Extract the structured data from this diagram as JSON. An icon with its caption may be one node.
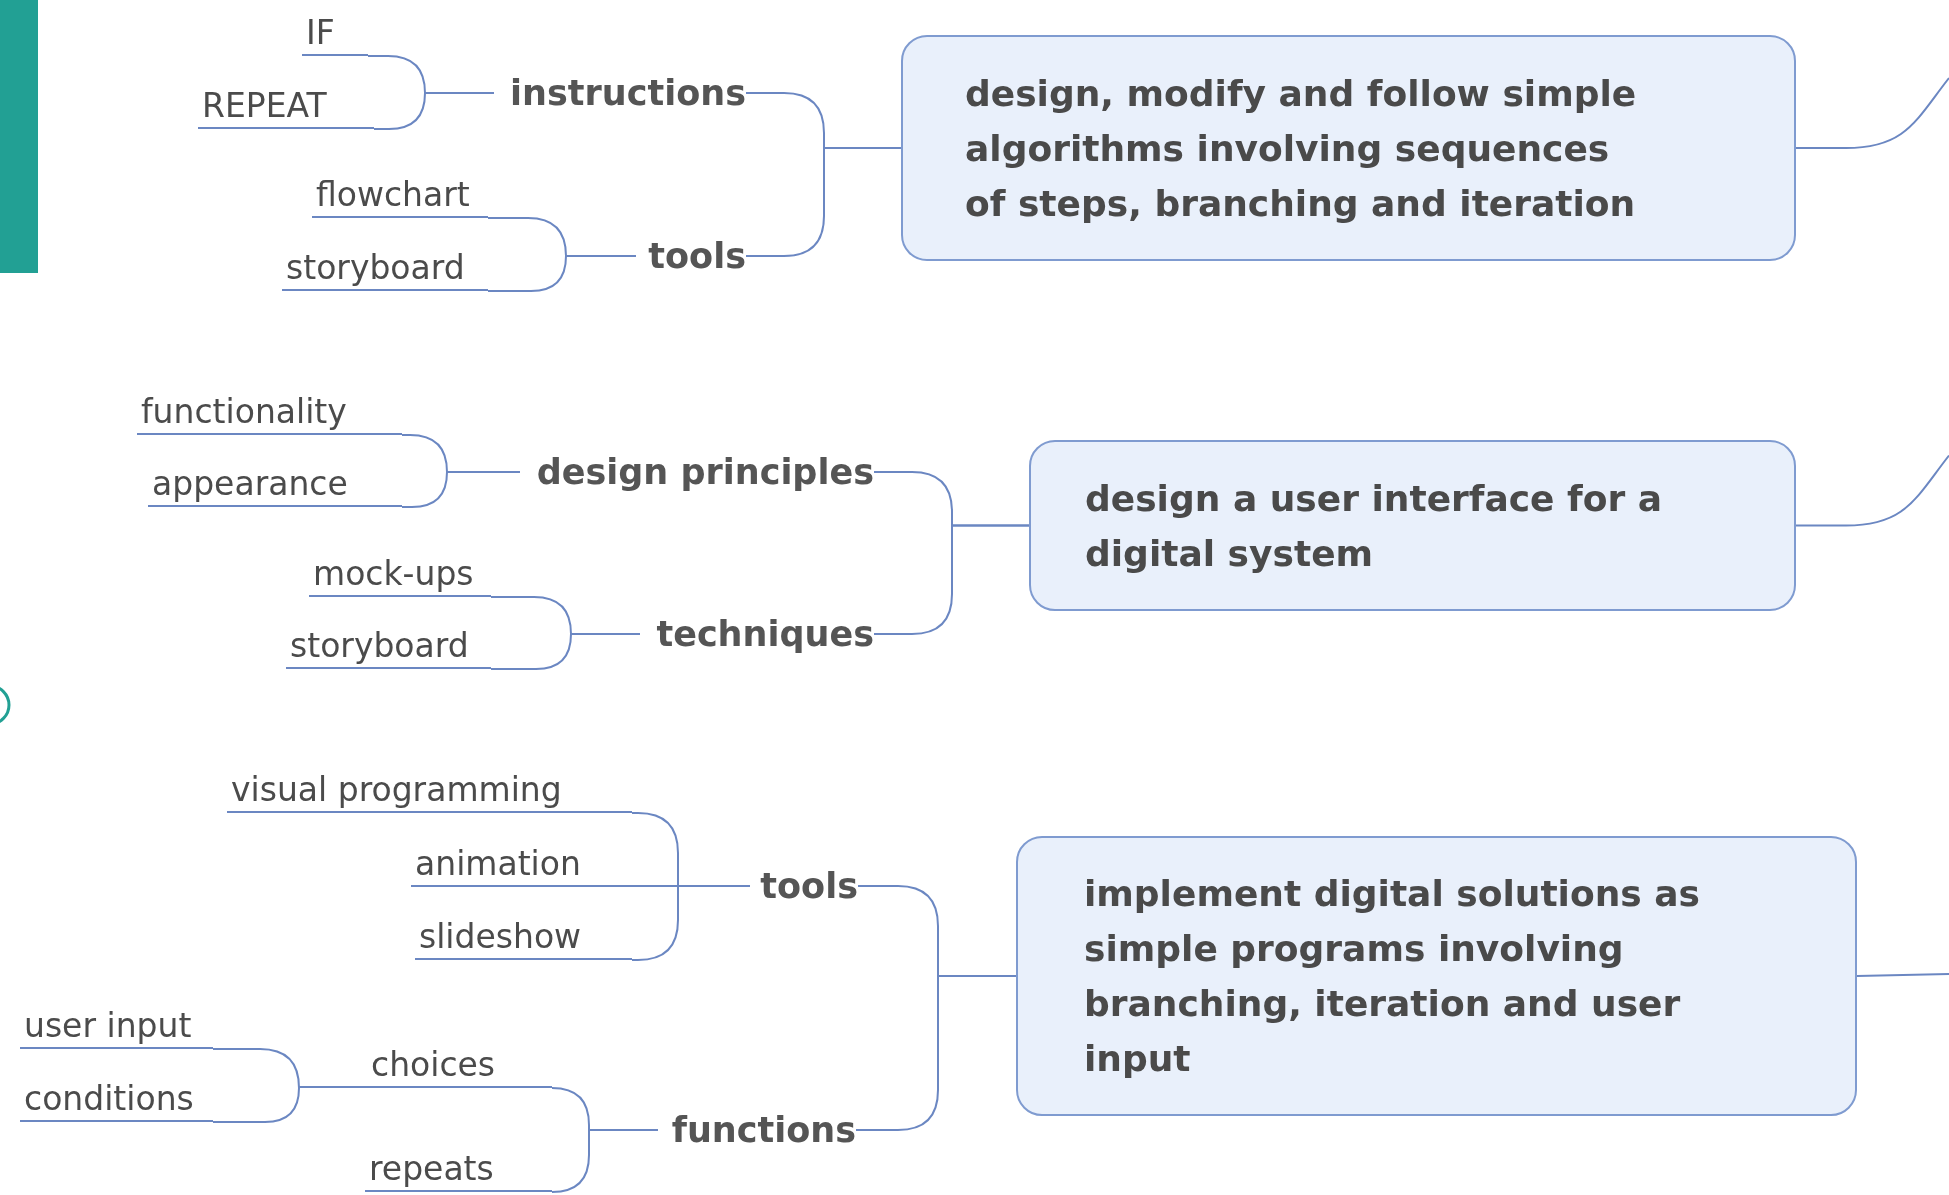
{
  "diagram": {
    "nodes": [
      {
        "text": [
          "design, modify and follow simple algorithms involving sequences of steps, branching and iteration"
        ]
      },
      {
        "text": [
          "instructions"
        ]
      },
      {
        "text": [
          "tools"
        ]
      },
      {
        "text": [
          "IF"
        ]
      },
      {
        "text": [
          "REPEAT"
        ]
      },
      {
        "text": [
          "flowchart"
        ]
      },
      {
        "text": [
          "storyboard"
        ]
      },
      {
        "text": [
          "design a user interface for a digital system"
        ]
      },
      {
        "text": [
          "design principles"
        ]
      },
      {
        "text": [
          "techniques"
        ]
      },
      {
        "text": [
          "functionality"
        ]
      },
      {
        "text": [
          "appearance"
        ]
      },
      {
        "text": [
          "mock-ups"
        ]
      },
      {
        "text": [
          "storyboard"
        ]
      },
      {
        "text": [
          "implement digital solutions as simple programs involving branching, iteration and user input"
        ]
      },
      {
        "text": [
          "tools"
        ]
      },
      {
        "text": [
          "functions"
        ]
      },
      {
        "text": [
          "visual programming"
        ]
      },
      {
        "text": [
          "animation"
        ]
      },
      {
        "text": [
          "slideshow"
        ]
      },
      {
        "text": [
          "choices"
        ]
      },
      {
        "text": [
          "repeats"
        ]
      },
      {
        "text": [
          "user input"
        ]
      },
      {
        "text": [
          "conditions"
        ]
      },
      {
        "text": [],
        "shape": "bar"
      },
      {
        "text": [],
        "shape": "circle"
      }
    ],
    "edges": [
      {
        "from": 0,
        "to": null,
        "arrow": "none"
      },
      {
        "from": 0,
        "to": 1,
        "arrow": "none"
      },
      {
        "from": 0,
        "to": 2,
        "arrow": "none"
      },
      {
        "from": 1,
        "to": 3,
        "arrow": "none"
      },
      {
        "from": 1,
        "to": 4,
        "arrow": "none"
      },
      {
        "from": 2,
        "to": 5,
        "arrow": "none"
      },
      {
        "from": 2,
        "to": 6,
        "arrow": "none"
      },
      {
        "from": 7,
        "to": null,
        "arrow": "none"
      },
      {
        "from": 7,
        "to": 8,
        "arrow": "none"
      },
      {
        "from": 7,
        "to": 9,
        "arrow": "none"
      },
      {
        "from": 8,
        "to": 10,
        "arrow": "none"
      },
      {
        "from": 8,
        "to": 11,
        "arrow": "none"
      },
      {
        "from": 9,
        "to": 12,
        "arrow": "none"
      },
      {
        "from": 9,
        "to": 13,
        "arrow": "none"
      },
      {
        "from": 14,
        "to": null,
        "arrow": "none"
      },
      {
        "from": 14,
        "to": 15,
        "arrow": "none"
      },
      {
        "from": 14,
        "to": 16,
        "arrow": "none"
      },
      {
        "from": 15,
        "to": 17,
        "arrow": "none"
      },
      {
        "from": 15,
        "to": 18,
        "arrow": "none"
      },
      {
        "from": 15,
        "to": 19,
        "arrow": "none"
      },
      {
        "from": 16,
        "to": 20,
        "arrow": "none"
      },
      {
        "from": 16,
        "to": 21,
        "arrow": "none"
      },
      {
        "from": 20,
        "to": 22,
        "arrow": "none"
      },
      {
        "from": 20,
        "to": 23,
        "arrow": "none"
      }
    ]
  }
}
